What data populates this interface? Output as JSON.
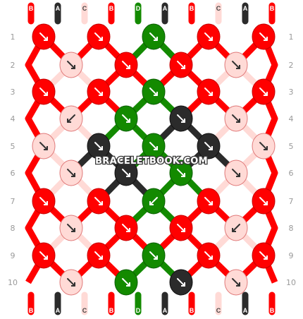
{
  "colors": {
    "A": "#2b2b2b",
    "B": "#ff0000",
    "C": "#ffdad6",
    "D": "#138a00"
  },
  "top_strands": [
    "B",
    "A",
    "C",
    "B",
    "D",
    "A",
    "B",
    "C",
    "A",
    "B"
  ],
  "bottom_strands": [
    "B",
    "A",
    "C",
    "B",
    "D",
    "A",
    "B",
    "C",
    "A",
    "B"
  ],
  "row_numbers": [
    "1",
    "2",
    "3",
    "4",
    "5",
    "6",
    "7",
    "8",
    "9",
    "10"
  ],
  "watermark": "BRACELETBOOK.COM",
  "knots": [
    [
      "B:r",
      "B:r",
      "D:r",
      "B:r",
      "B:r"
    ],
    [
      "C:r",
      "B:r",
      "B:r",
      "C:r"
    ],
    [
      "B:r",
      "B:r",
      "D:r",
      "B:r",
      "B:r"
    ],
    [
      "C:l",
      "D:r",
      "A:r",
      "C:r"
    ],
    [
      "C:r",
      "A:r",
      "D:r",
      "A:r",
      "C:r"
    ],
    [
      "C:r",
      "A:r",
      "D:r",
      "C:r"
    ],
    [
      "B:r",
      "B:r",
      "D:l",
      "B:r",
      "B:r"
    ],
    [
      "C:r",
      "B:r",
      "B:r",
      "C:l"
    ],
    [
      "B:r",
      "B:r",
      "D:r",
      "B:r",
      "B:r"
    ],
    [
      "C:r",
      "D:r",
      "A:r",
      "C:r"
    ]
  ]
}
